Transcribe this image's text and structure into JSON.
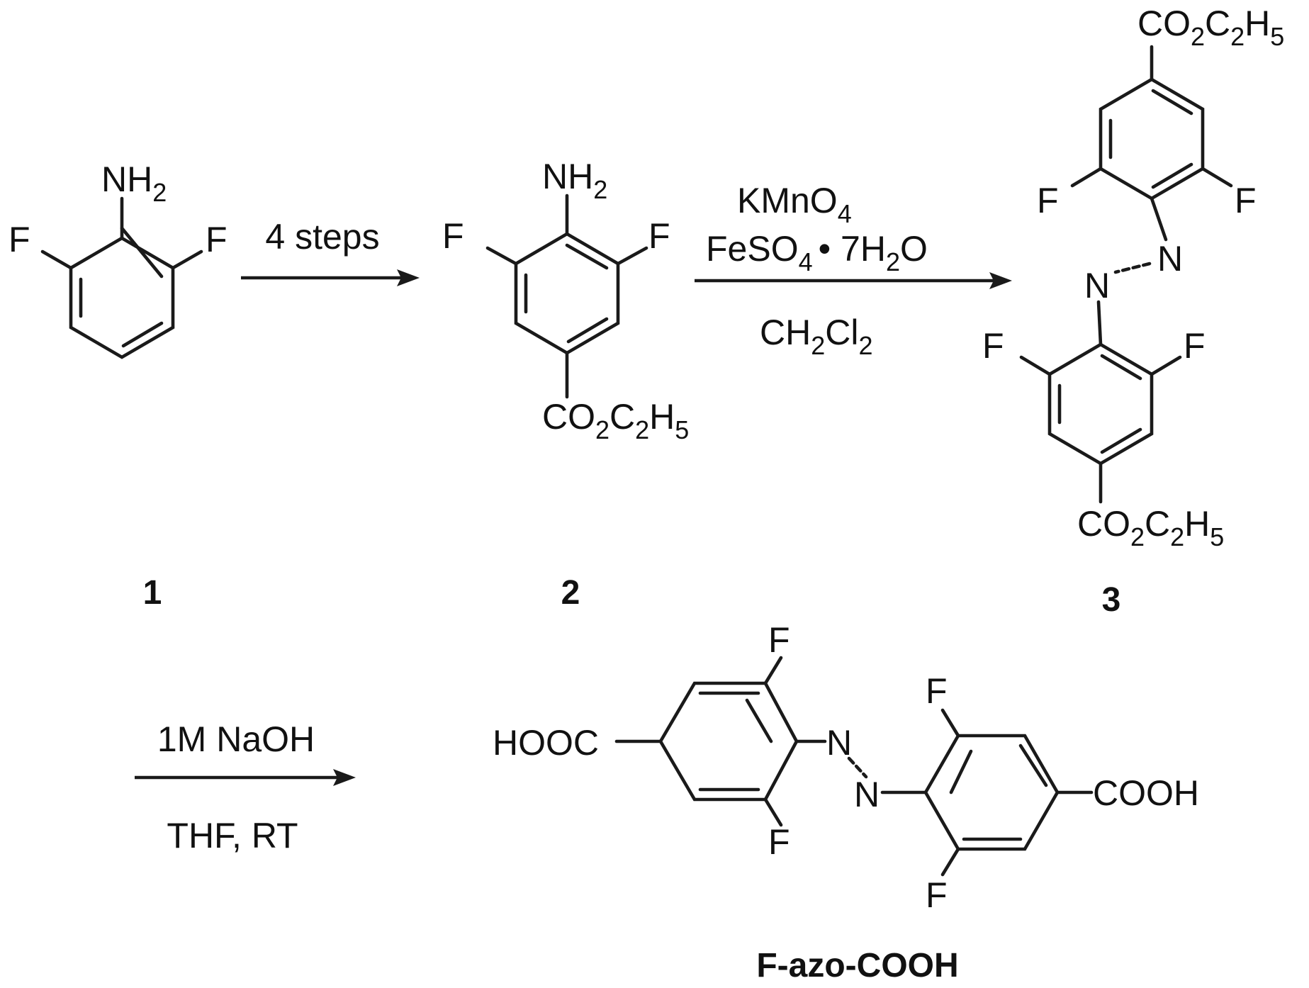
{
  "labels": {
    "nh2": "NH",
    "f": "F",
    "n": "N",
    "co2": "CO",
    "c2": "C",
    "h5": "H",
    "hooc": "HOOC",
    "cooh": "COOH",
    "sub2": "2",
    "sub4": "4",
    "sub5": "5"
  },
  "steps": {
    "step1": "4 steps",
    "step2_line1": "KMnO",
    "step2_line2": "FeSO",
    "step2_line2_tail": "• 7H",
    "step2_line2_o": "O",
    "step2_solvent_a": "CH",
    "step2_solvent_b": "Cl",
    "step3_top": "1M NaOH",
    "step3_bottom": "THF, RT"
  },
  "compounds": {
    "c1": "1",
    "c2": "2",
    "c3": "3",
    "c4": "F-azo-COOH"
  }
}
